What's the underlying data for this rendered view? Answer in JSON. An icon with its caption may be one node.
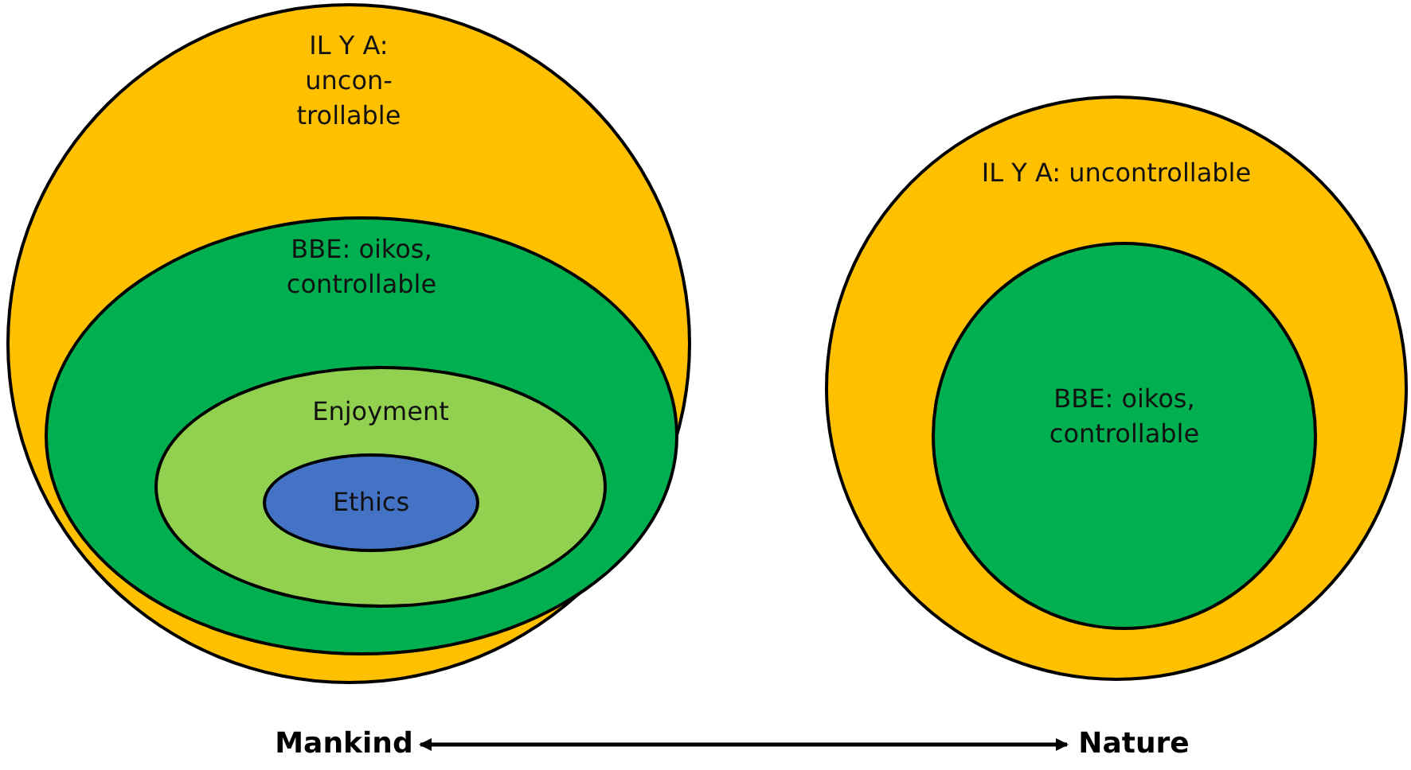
{
  "diagram": {
    "nodes": [
      {
        "text": [
          "IL Y A: uncon-trollable"
        ]
      },
      {
        "text": [
          "BBE: oikos, controllable"
        ],
        "in": 0
      },
      {
        "text": [
          "Enjoyment"
        ],
        "in": 1
      },
      {
        "text": [
          "Ethics"
        ],
        "in": 2
      },
      {
        "text": [
          "IL Y A: uncontrollable"
        ]
      },
      {
        "text": [
          "BBE: oikos, controllable"
        ],
        "in": 4
      },
      {
        "text": [
          "Mankind"
        ]
      },
      {
        "text": [
          "Nature"
        ]
      }
    ],
    "edges": [
      {
        "from": 6,
        "to": 7,
        "arrow": "both"
      }
    ]
  }
}
